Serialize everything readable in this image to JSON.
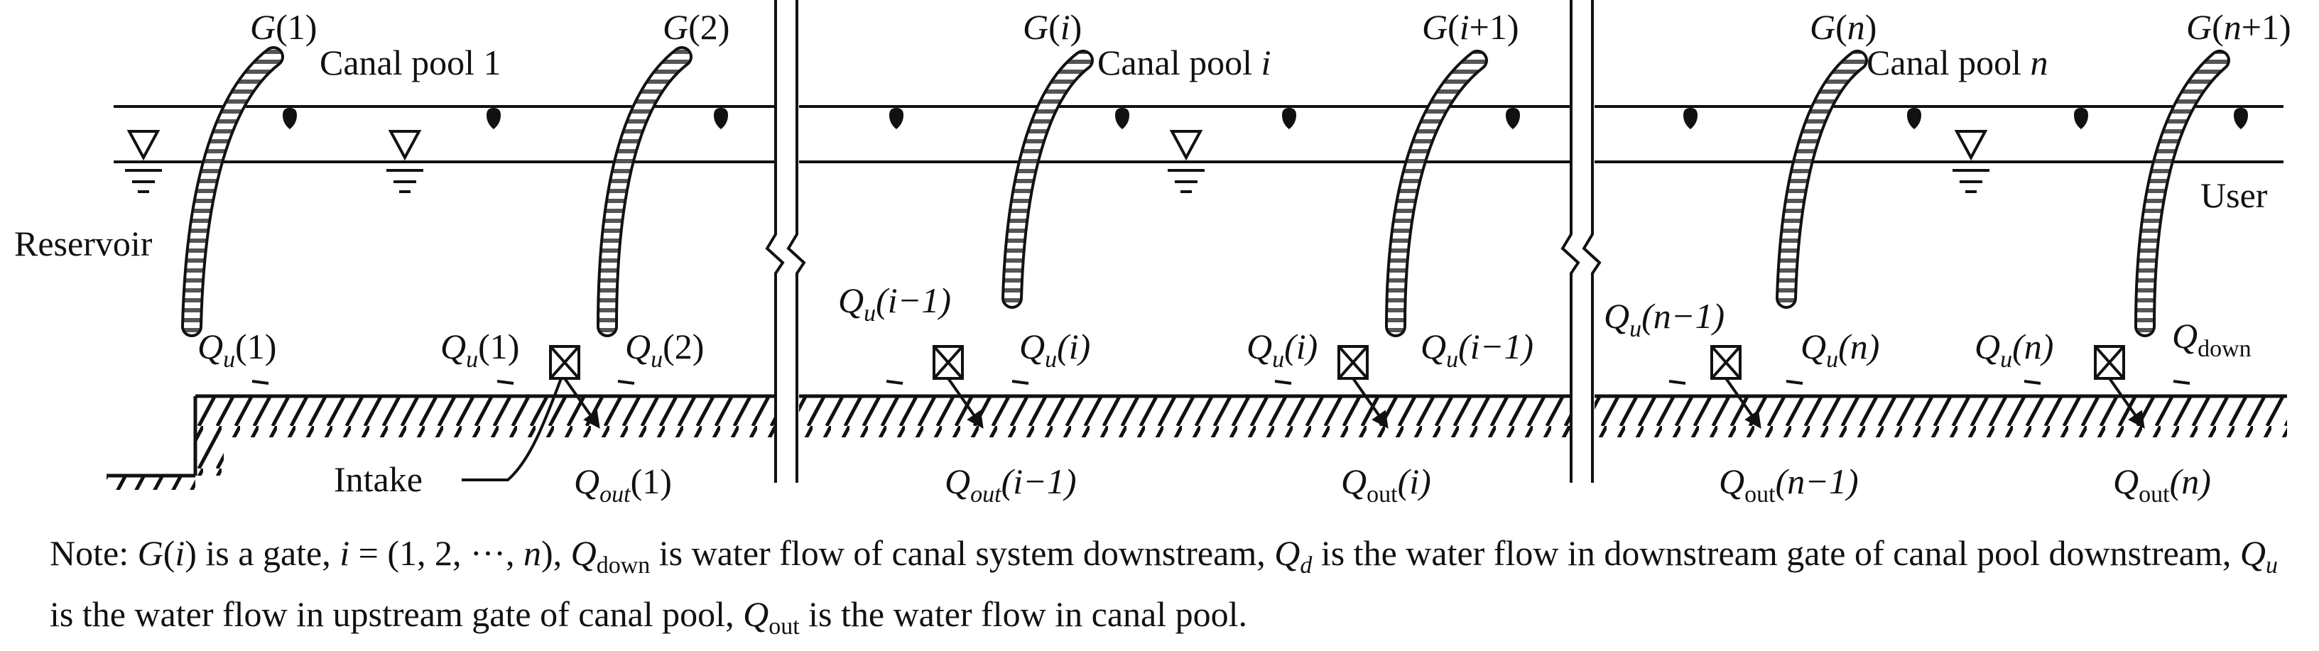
{
  "gates": [
    {
      "g": "G",
      "open": "(",
      "idx": "1",
      "close": ")"
    },
    {
      "g": "G",
      "open": "(",
      "idx": "2",
      "close": ")"
    },
    {
      "g": "G",
      "open": "(",
      "idx": "i",
      "close": ")"
    },
    {
      "g": "G",
      "open": "(",
      "idx": "i",
      "rest": "+1)"
    },
    {
      "g": "G",
      "open": "(",
      "idx": "n",
      "close": ")"
    },
    {
      "g": "G",
      "open": "(",
      "idx": "n",
      "rest": "+1)"
    }
  ],
  "pools": [
    {
      "text": "Canal pool 1",
      "var": ""
    },
    {
      "text": "Canal pool ",
      "var": "i"
    },
    {
      "text": "Canal pool ",
      "var": "n"
    }
  ],
  "reservoir": "Reservoir",
  "user": "User",
  "intake": "Intake",
  "flows_u": [
    {
      "q": "Q",
      "s": "u",
      "arg": "(1)"
    },
    {
      "q": "Q",
      "s": "u",
      "arg": "(1)"
    },
    {
      "q": "Q",
      "s": "u",
      "arg": "(2)"
    },
    {
      "q": "Q",
      "s": "u",
      "arg": "(i−1)"
    },
    {
      "q": "Q",
      "s": "u",
      "arg": "(i)"
    },
    {
      "q": "Q",
      "s": "u",
      "arg": "(i)"
    },
    {
      "q": "Q",
      "s": "u",
      "arg": "(i−1)"
    },
    {
      "q": "Q",
      "s": "u",
      "arg": "(n−1)"
    },
    {
      "q": "Q",
      "s": "u",
      "arg": "(n)"
    },
    {
      "q": "Q",
      "s": "u",
      "arg": "(n)"
    }
  ],
  "q_down": {
    "q": "Q",
    "s": "down"
  },
  "flows_out": [
    {
      "q": "Q",
      "s": "out",
      "arg": "(1)"
    },
    {
      "q": "Q",
      "s": "out",
      "arg": "(i−1)"
    },
    {
      "q": "Q",
      "s": "out",
      "arg": "(i)"
    },
    {
      "q": "Q",
      "s": "out",
      "arg": "(n−1)"
    },
    {
      "q": "Q",
      "s": "out",
      "arg": "(n)"
    }
  ],
  "note": {
    "a": "Note: ",
    "b": "G",
    "c": "(",
    "d": "i",
    "e": ") is a gate, ",
    "f": "i",
    "g": " = (1, 2, ···, ",
    "h": "n",
    "i": "), ",
    "j": "Q",
    "k": "down",
    "l": " is water flow of canal system downstream, ",
    "m": "Q",
    "n": "d",
    "o": " is the water flow in downstream gate of canal pool downstream, ",
    "p": "Q",
    "q": "u",
    "r": " is the water flow in upstream gate of canal pool, ",
    "s": "Q",
    "t": "out",
    "u": " is the water flow in canal pool."
  }
}
